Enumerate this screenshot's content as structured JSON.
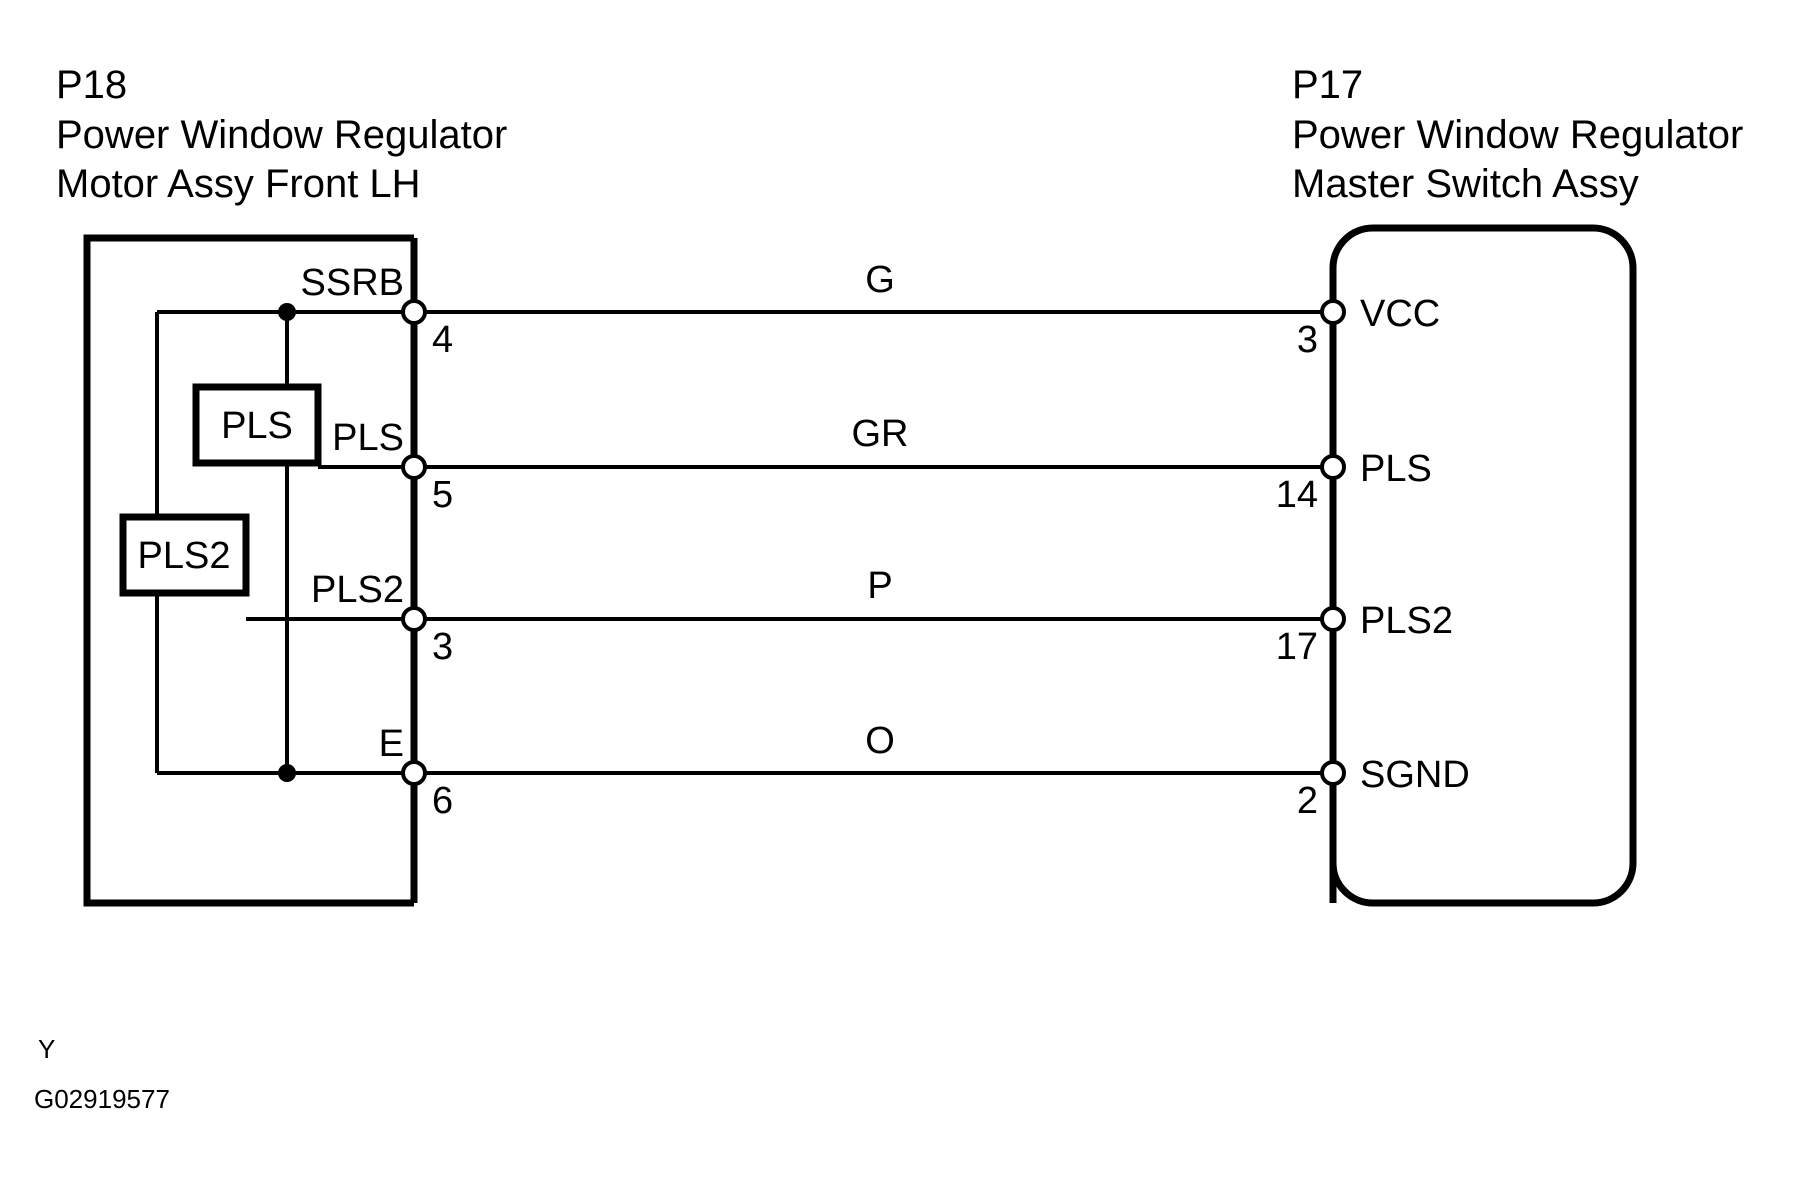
{
  "diagram": {
    "title_left": {
      "code": "P18",
      "line1": "Power Window Regulator",
      "line2": "Motor Assy Front LH"
    },
    "title_right": {
      "code": "P17",
      "line1": "Power Window Regulator",
      "line2": "Master Switch Assy"
    },
    "left_connector": {
      "blocks": [
        {
          "label": "PLS"
        },
        {
          "label": "PLS2"
        }
      ],
      "terminals": [
        {
          "name": "SSRB",
          "pin": "4"
        },
        {
          "name": "PLS",
          "pin": "5"
        },
        {
          "name": "PLS2",
          "pin": "3"
        },
        {
          "name": "E",
          "pin": "6"
        }
      ]
    },
    "right_connector": {
      "terminals": [
        {
          "name": "VCC",
          "pin": "3"
        },
        {
          "name": "PLS",
          "pin": "14"
        },
        {
          "name": "PLS2",
          "pin": "17"
        },
        {
          "name": "SGND",
          "pin": "2"
        }
      ]
    },
    "wires": [
      {
        "color_code": "G"
      },
      {
        "color_code": "GR"
      },
      {
        "color_code": "P"
      },
      {
        "color_code": "O"
      }
    ],
    "footer": {
      "marker": "Y",
      "figure_id": "G02919577"
    },
    "colors": {
      "line": "#000000",
      "background": "#ffffff"
    }
  }
}
